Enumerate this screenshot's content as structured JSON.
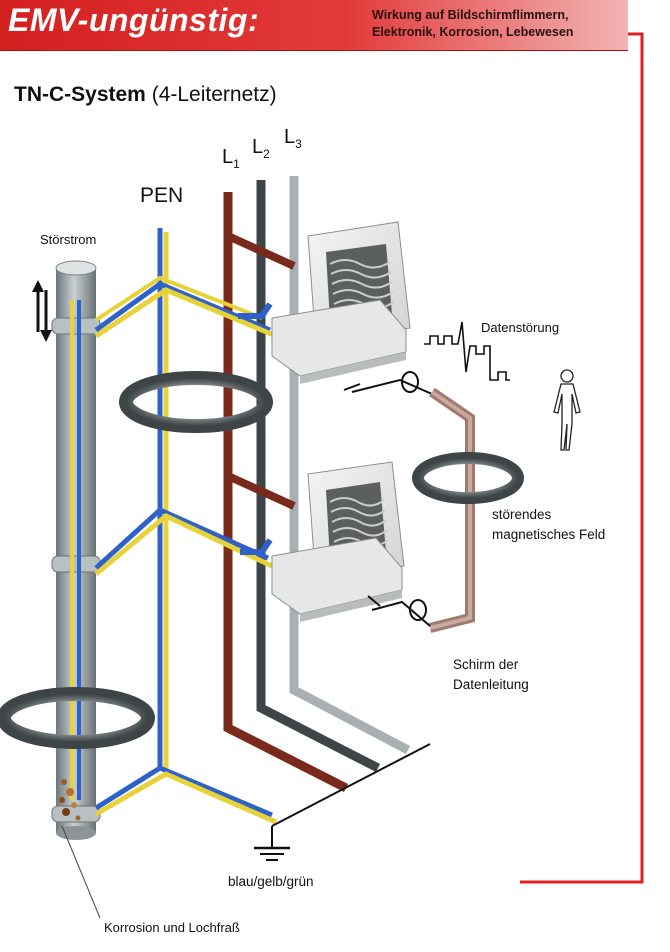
{
  "header": {
    "title": "EMV-ungünstig:",
    "subtitle_line1": "Wirkung auf Bildschirmflimmern,",
    "subtitle_line2": "Elektronik, Korrosion, Lebewesen"
  },
  "system": {
    "name": "TN-C-System",
    "type": "(4-Leiternetz)"
  },
  "labels": {
    "pen": "PEN",
    "l1": "L",
    "l1_sub": "1",
    "l2": "L",
    "l2_sub": "2",
    "l3": "L",
    "l3_sub": "3",
    "stoerstrom": "Störstrom",
    "datenstoerung": "Datenstörung",
    "feld_line1": "störendes",
    "feld_line2": "magnetisches Feld",
    "schirm_line1": "Schirm der",
    "schirm_line2": "Datenleitung",
    "erde": "blau/gelb/grün",
    "korrosion": "Korrosion und Lochfraß"
  },
  "colors": {
    "banner_red": "#d41f1f",
    "frame_red": "#e02020",
    "pen_blue": "#2f62c8",
    "pen_yellow": "#e8d23a",
    "l1_brown": "#7a2a1c",
    "l2_dark": "#3d4548",
    "l3_gray": "#a8b0b4",
    "shield": "#a07a6e"
  }
}
